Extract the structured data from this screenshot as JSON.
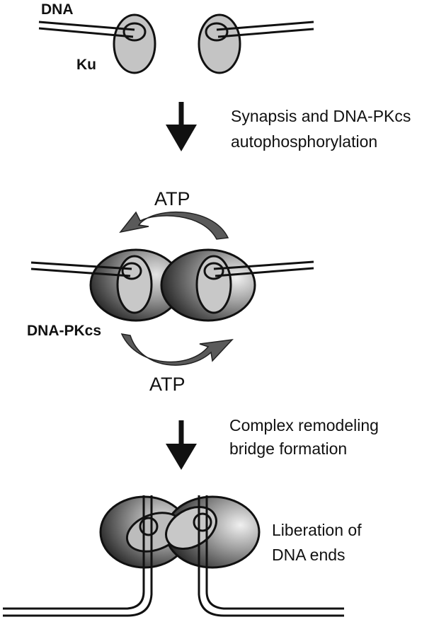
{
  "labels": {
    "dna": "DNA",
    "ku": "Ku",
    "step1_line1": "Synapsis and DNA-PKcs",
    "step1_line2": "autophosphorylation",
    "atp_top": "ATP",
    "dna_pkcs": "DNA-PKcs",
    "atp_bottom": "ATP",
    "step2_line1": "Complex remodeling",
    "step2_line2": "bridge formation",
    "step3_line1": "Liberation of",
    "step3_line2": "DNA ends"
  },
  "colors": {
    "stroke": "#111111",
    "ku_fill": "#c4c4c4",
    "pkcs_dark": "#3a3a3a",
    "pkcs_light": "#d8d8d8",
    "atp_arrow": "#5a5a5a",
    "background": "#ffffff"
  }
}
